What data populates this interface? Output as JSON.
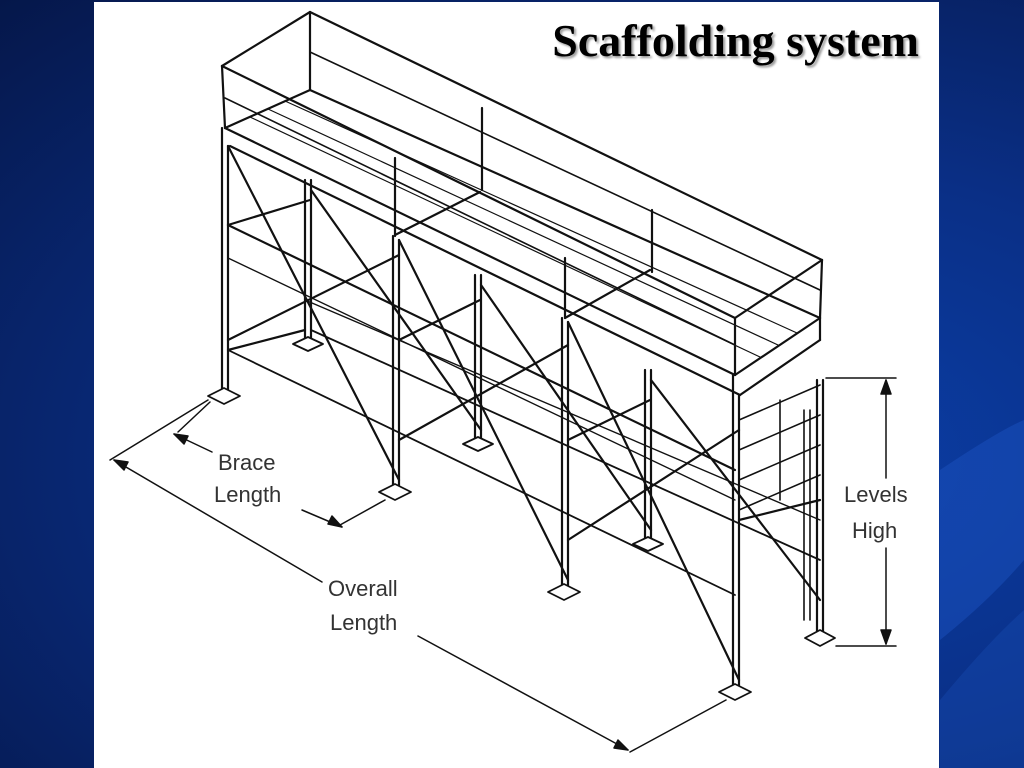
{
  "slide": {
    "title": "Scaffolding system"
  },
  "diagram": {
    "labels": {
      "brace_length": [
        "Brace",
        "Length"
      ],
      "overall_length": [
        "Overall",
        "Length"
      ],
      "levels_high": [
        "Levels",
        "High"
      ]
    }
  },
  "colors": {
    "background": "#0a2f86",
    "panel": "#ffffff",
    "line": "#111111"
  }
}
